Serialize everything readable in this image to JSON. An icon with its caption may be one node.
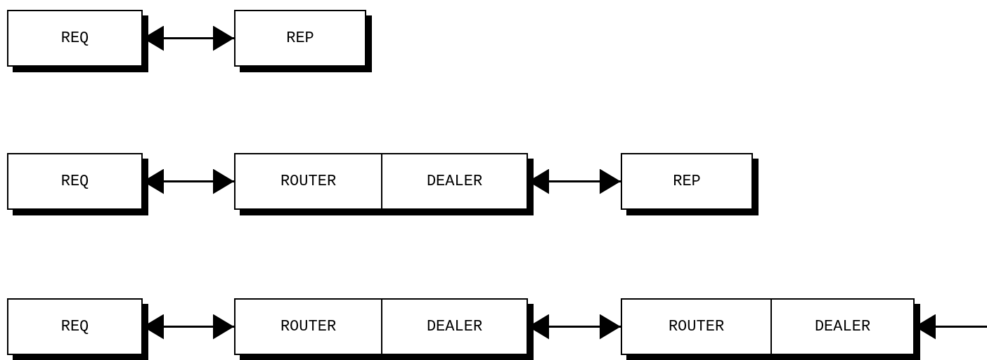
{
  "diagram": {
    "nodes": [
      {
        "text": [
          "REQ"
        ]
      },
      {
        "text": [
          "REP"
        ]
      },
      {
        "text": [
          "REQ"
        ]
      },
      {
        "text": [],
        "shape": "box"
      },
      {
        "text": [
          "ROUTER"
        ],
        "in": 3
      },
      {
        "text": [
          "DEALER"
        ],
        "in": 3
      },
      {
        "text": [
          "REP"
        ]
      },
      {
        "text": [
          "REQ"
        ]
      },
      {
        "text": [],
        "shape": "box"
      },
      {
        "text": [
          "ROUTER"
        ],
        "in": 8
      },
      {
        "text": [
          "DEALER"
        ],
        "in": 8
      },
      {
        "text": [],
        "shape": "box"
      },
      {
        "text": [
          "ROUTER"
        ],
        "in": 11
      },
      {
        "text": [
          "DEALER"
        ],
        "in": 11
      }
    ],
    "edges": [
      {
        "from": 0,
        "to": 1,
        "arrow": "both"
      },
      {
        "from": 2,
        "to": 4,
        "arrow": "both"
      },
      {
        "from": 5,
        "to": 6,
        "arrow": "both"
      },
      {
        "from": 7,
        "to": 9,
        "arrow": "both"
      },
      {
        "from": 10,
        "to": 12,
        "arrow": "both"
      },
      {
        "from": null,
        "to": 13,
        "arrow": "to"
      }
    ]
  }
}
